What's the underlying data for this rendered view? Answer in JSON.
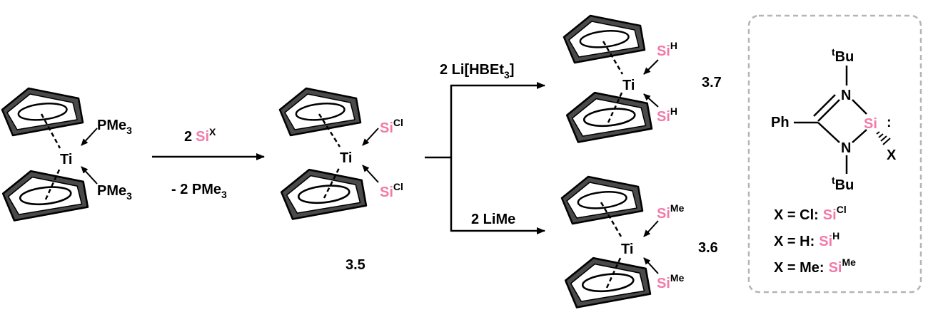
{
  "colors": {
    "silicon": "#f27aa8",
    "ink": "#000000",
    "ring_fill": "#4a4a4a",
    "box_border": "#b5b5b5"
  },
  "atoms": {
    "ti": "Ti",
    "pme3_base": "PMe",
    "pme3_sub": "3",
    "si": "Si",
    "cl": "Cl",
    "h": "H",
    "me": "Me",
    "x": "X",
    "n": "N",
    "ph": "Ph",
    "tbu_t": "t",
    "tbu_bu": "Bu",
    "lone_pair": ":"
  },
  "step1": {
    "reagent_count": "2",
    "byproduct": "- 2 PMe",
    "byproduct_sub": "3"
  },
  "step2a": {
    "reagent_base": "2 Li[HBEt",
    "reagent_sub": "3",
    "reagent_close": "]"
  },
  "step2b": {
    "reagent": "2 LiMe"
  },
  "compounds": {
    "c35": "3.5",
    "c37": "3.7",
    "c36": "3.6"
  },
  "legend": {
    "rows": [
      {
        "prefix": "X = Cl:",
        "superscript": "Cl"
      },
      {
        "prefix": "X = H:",
        "superscript": "H"
      },
      {
        "prefix": "X = Me:",
        "superscript": "Me"
      }
    ]
  }
}
